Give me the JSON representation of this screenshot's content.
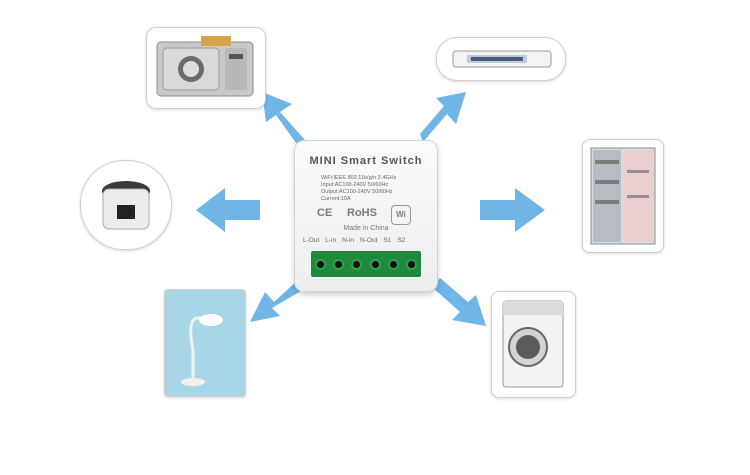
{
  "device": {
    "title": "MINI Smart Switch",
    "wifi_spec": "WiFi:IEEE 802.11b/g/n 2.4GHz",
    "input_spec": "Input:AC100-240V 50/60Hz",
    "output_spec": "Output:AC100-240V 50/60Hz",
    "current_spec": "Current:10A",
    "ce_mark": "CE",
    "rohs_mark": "RoHS",
    "wifi_mark": "Wi",
    "origin": "Made in China",
    "terminals": [
      "L-Out",
      "L-in",
      "N-in",
      "N-Out",
      "S1",
      "S2"
    ]
  },
  "appliances": [
    "microwave-oven",
    "air-conditioner",
    "refrigerator",
    "washing-machine",
    "desk-lamp",
    "rice-cooker"
  ],
  "colors": {
    "arrow": "#6fb5e6",
    "terminal_block": "#1f8a3e",
    "frame_border": "#cfcfcf"
  }
}
